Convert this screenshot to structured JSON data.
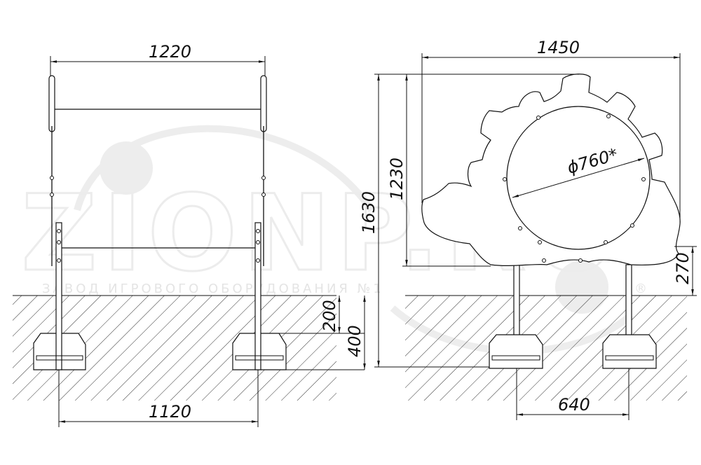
{
  "watermark": {
    "logo_text": "ZIONP.RU",
    "tagline": "ЗАВОД ИГРОВОГО ОБОРУДОВАНИЯ №1",
    "registered_mark": "®"
  },
  "dimensions": {
    "top_width_left": "1220",
    "bottom_width_left": "1120",
    "depth_200": "200",
    "depth_400": "400",
    "total_height": "1630",
    "panel_height": "1230",
    "top_width_right": "1450",
    "circle_diameter": "ϕ760*",
    "clearance_270": "270",
    "post_spacing": "640"
  },
  "colors": {
    "line": "#111111",
    "watermark": "#e6e6e6",
    "hatch": "#333333"
  }
}
